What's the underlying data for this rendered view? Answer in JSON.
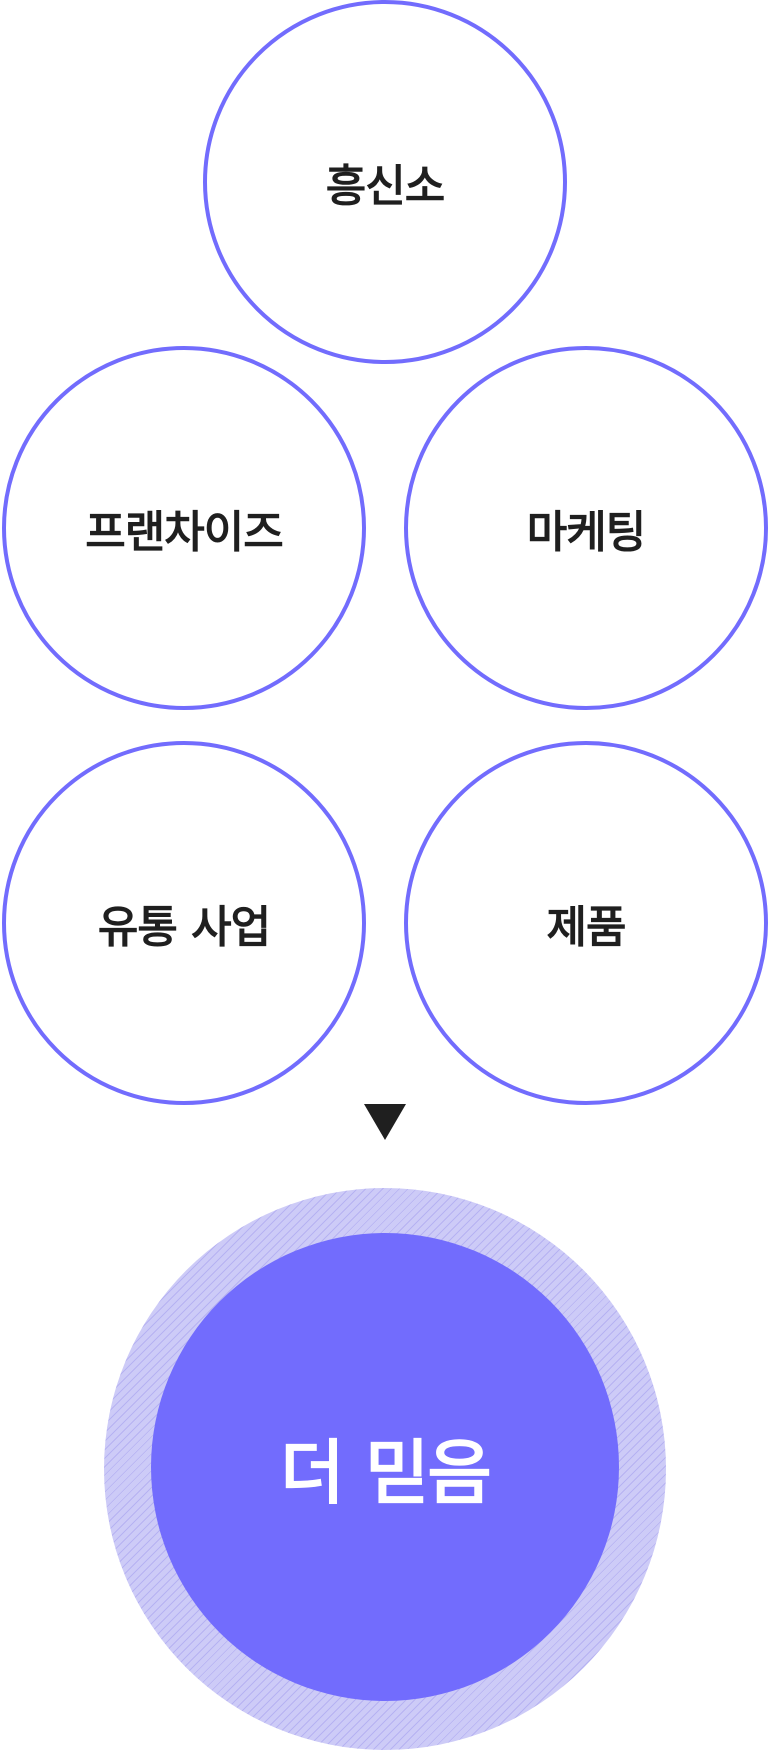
{
  "nodes": [
    {
      "label": "흥신소"
    },
    {
      "label": "프랜차이즈"
    },
    {
      "label": "마케팅"
    },
    {
      "label": "유통 사업"
    },
    {
      "label": "제품"
    }
  ],
  "result": {
    "label": "더 믿음"
  },
  "colors": {
    "accent": "#726cfd",
    "ring": "#cdcbf7",
    "text": "#1f1f1f"
  }
}
